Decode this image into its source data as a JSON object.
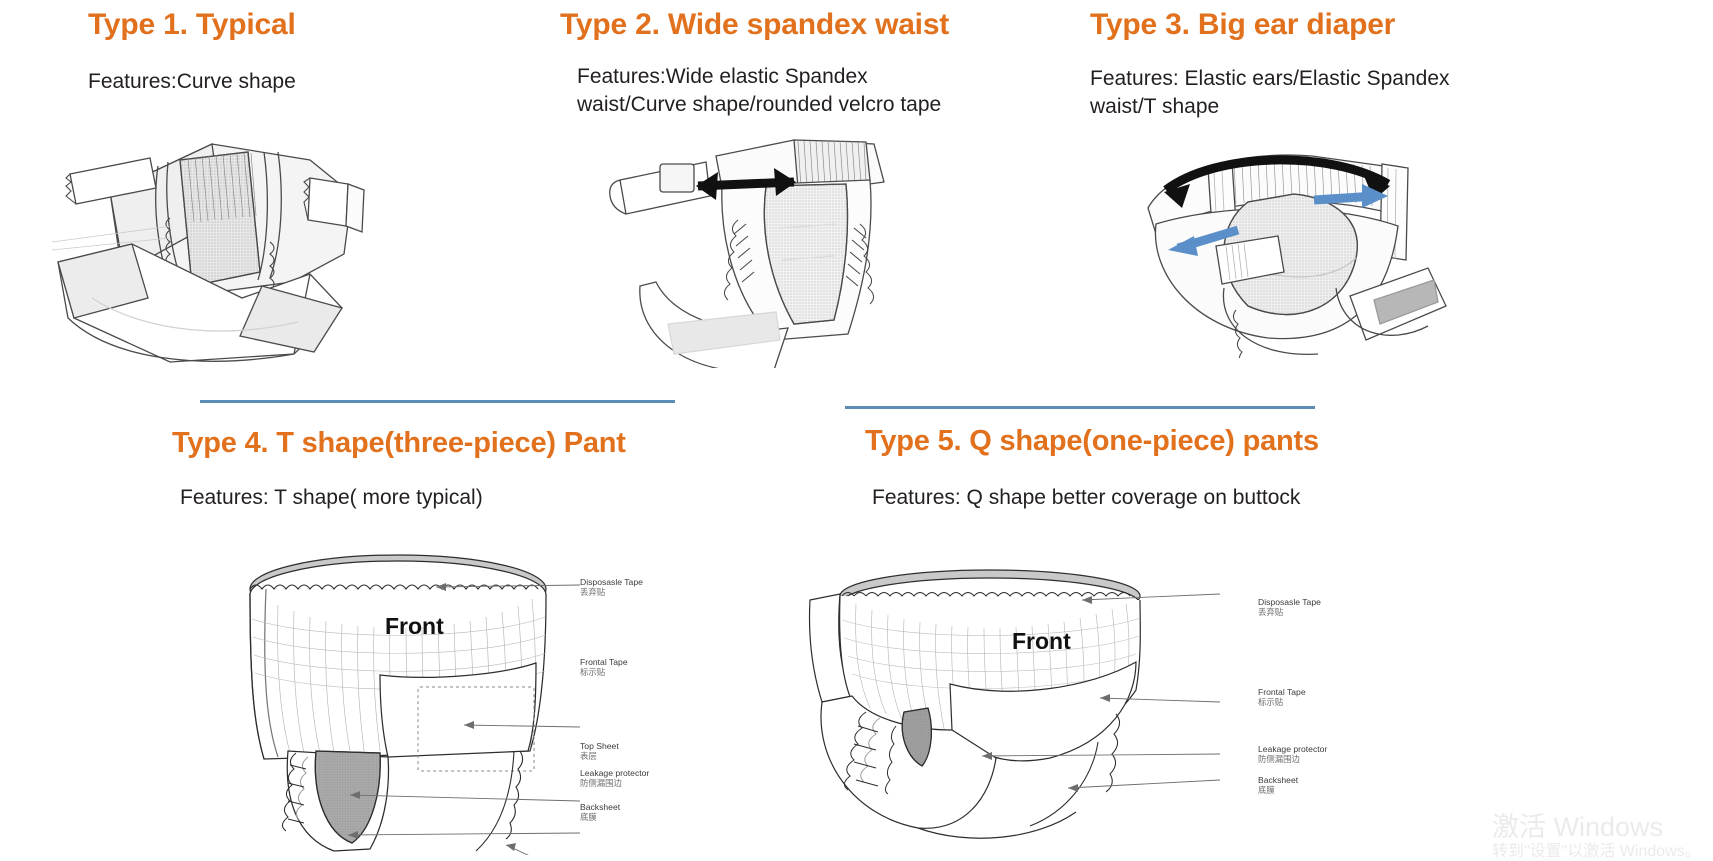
{
  "page": {
    "background": "#ffffff",
    "heading_color": "#E2711D",
    "divider_color": "#5B8DB8",
    "arrow_black": "#111111",
    "arrow_blue": "#5B8FC9"
  },
  "panels": [
    {
      "id": "type-1",
      "heading": "Type 1. Typical",
      "features": "Features:Curve shape",
      "art_name": "diaper-type-1-illustration"
    },
    {
      "id": "type-2",
      "heading": "Type 2. Wide spandex waist",
      "features": "Features:Wide elastic Spandex\nwaist/Curve shape/rounded velcro tape",
      "art_name": "diaper-type-2-illustration"
    },
    {
      "id": "type-3",
      "heading": "Type 3. Big ear diaper",
      "features": "Features: Elastic ears/Elastic Spandex\nwaist/T shape",
      "art_name": "diaper-type-3-illustration"
    },
    {
      "id": "type-4",
      "heading": "Type 4. T shape(three-piece) Pant",
      "features": "Features: T shape( more typical)",
      "art_name": "pant-type-4-illustration",
      "front_label": "Front",
      "callouts": [
        {
          "en": "Disposasle Tape",
          "cn": "丢弃贴"
        },
        {
          "en": "Frontal Tape",
          "cn": "标示贴"
        },
        {
          "en": "Top Sheet",
          "cn": "表层"
        },
        {
          "en": "Leakage protector",
          "cn": "防侧漏围边"
        },
        {
          "en": "Backsheet",
          "cn": "底膜"
        }
      ]
    },
    {
      "id": "type-5",
      "heading": "Type 5. Q shape(one-piece) pants",
      "features": "Features: Q shape better coverage on buttock",
      "art_name": "pant-type-5-illustration",
      "front_label": "Front",
      "callouts": [
        {
          "en": "Disposasle Tape",
          "cn": "丢弃贴"
        },
        {
          "en": "Frontal Tape",
          "cn": "标示贴"
        },
        {
          "en": "Leakage protector",
          "cn": "防侧漏围边"
        },
        {
          "en": "Backsheet",
          "cn": "底膜"
        }
      ]
    }
  ],
  "watermark": {
    "line1": "激活 Windows",
    "line2": "转到\"设置\"以激活 Windows。"
  }
}
